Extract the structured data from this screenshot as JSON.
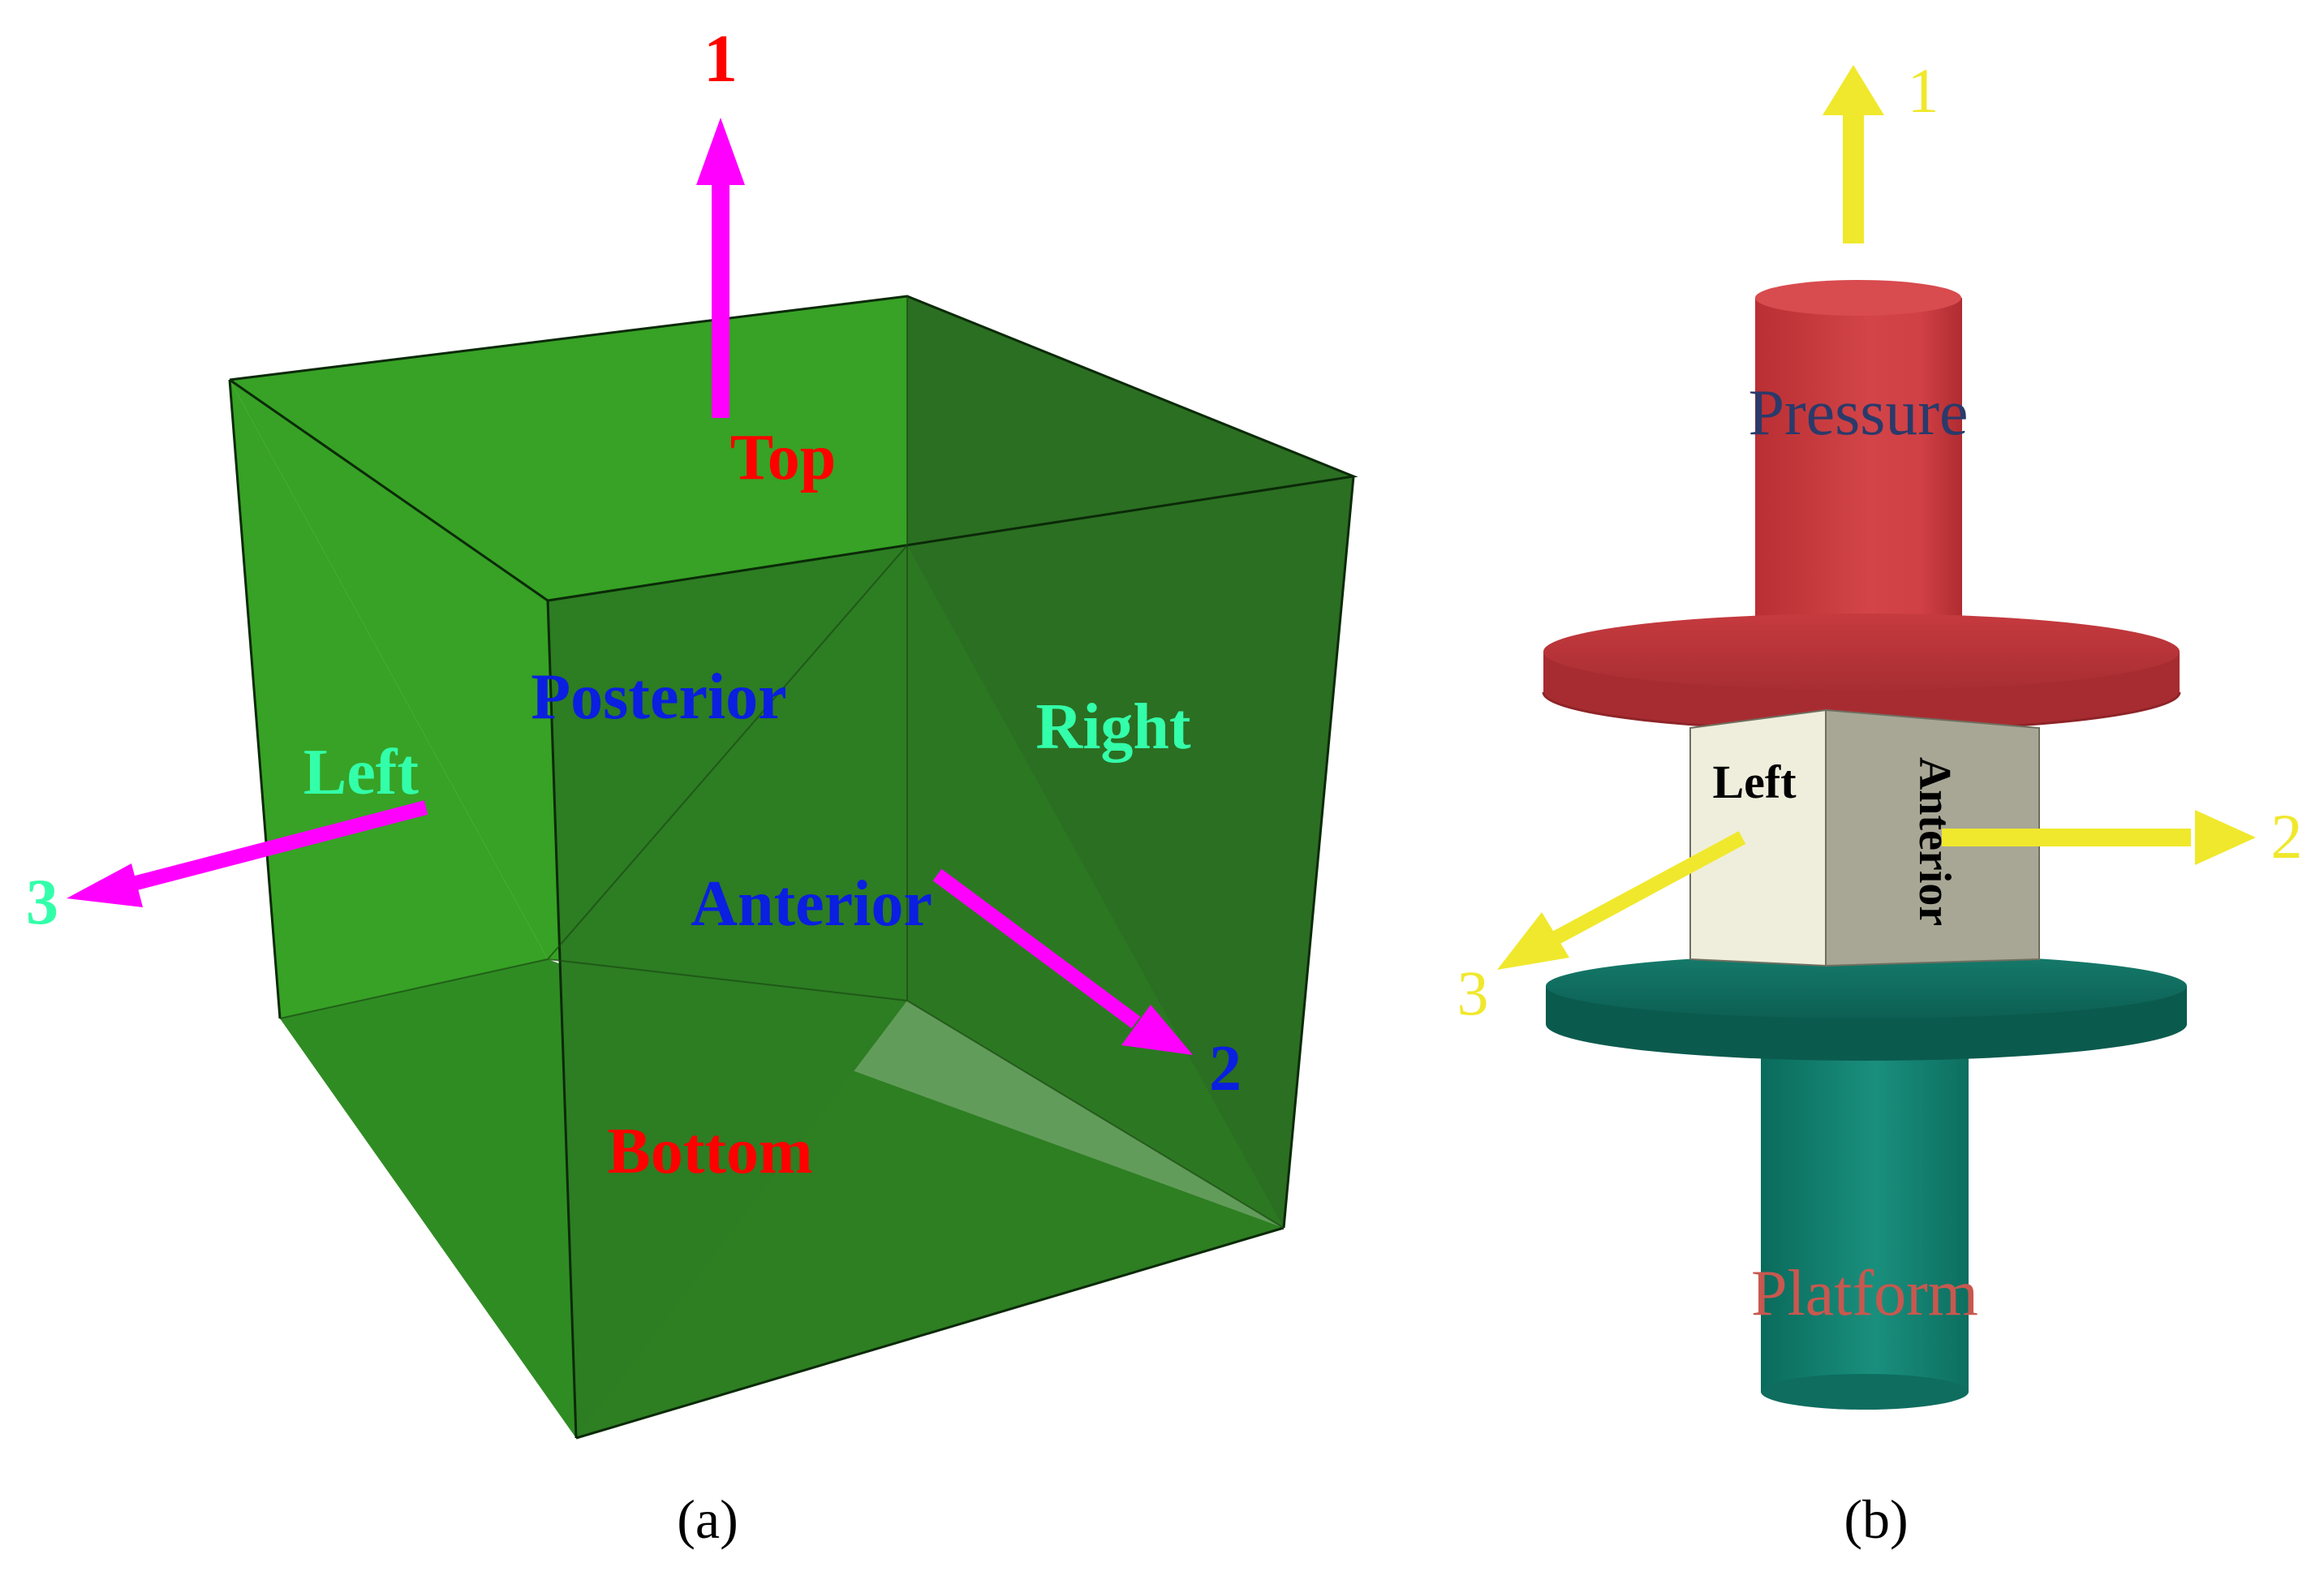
{
  "panel_a": {
    "caption": "(a)",
    "faces": {
      "top": "Top",
      "posterior": "Posterior",
      "right": "Right",
      "left": "Left",
      "anterior": "Anterior",
      "bottom": "Bottom"
    },
    "axes": {
      "axis1": "1",
      "axis2": "2",
      "axis3": "3"
    },
    "colors": {
      "cube_fill": "#36a124",
      "cube_fill_dark": "#2b7a22",
      "arrow": "#ff00ff",
      "red_label": "#ff0000",
      "blue_label": "#0000ff",
      "teal_label": "#33ffaa"
    }
  },
  "panel_b": {
    "caption": "(b)",
    "labels": {
      "pressure": "Pressure",
      "platform": "Platform",
      "left": "Left",
      "anterior": "Anterior"
    },
    "axes": {
      "axis1": "1",
      "axis2": "2",
      "axis3": "3"
    },
    "colors": {
      "pressure": "#c83a3c",
      "platform": "#137a6b",
      "specimen_front": "#efeedd",
      "specimen_side": "#a8a796",
      "arrow": "#f0e82c"
    }
  }
}
